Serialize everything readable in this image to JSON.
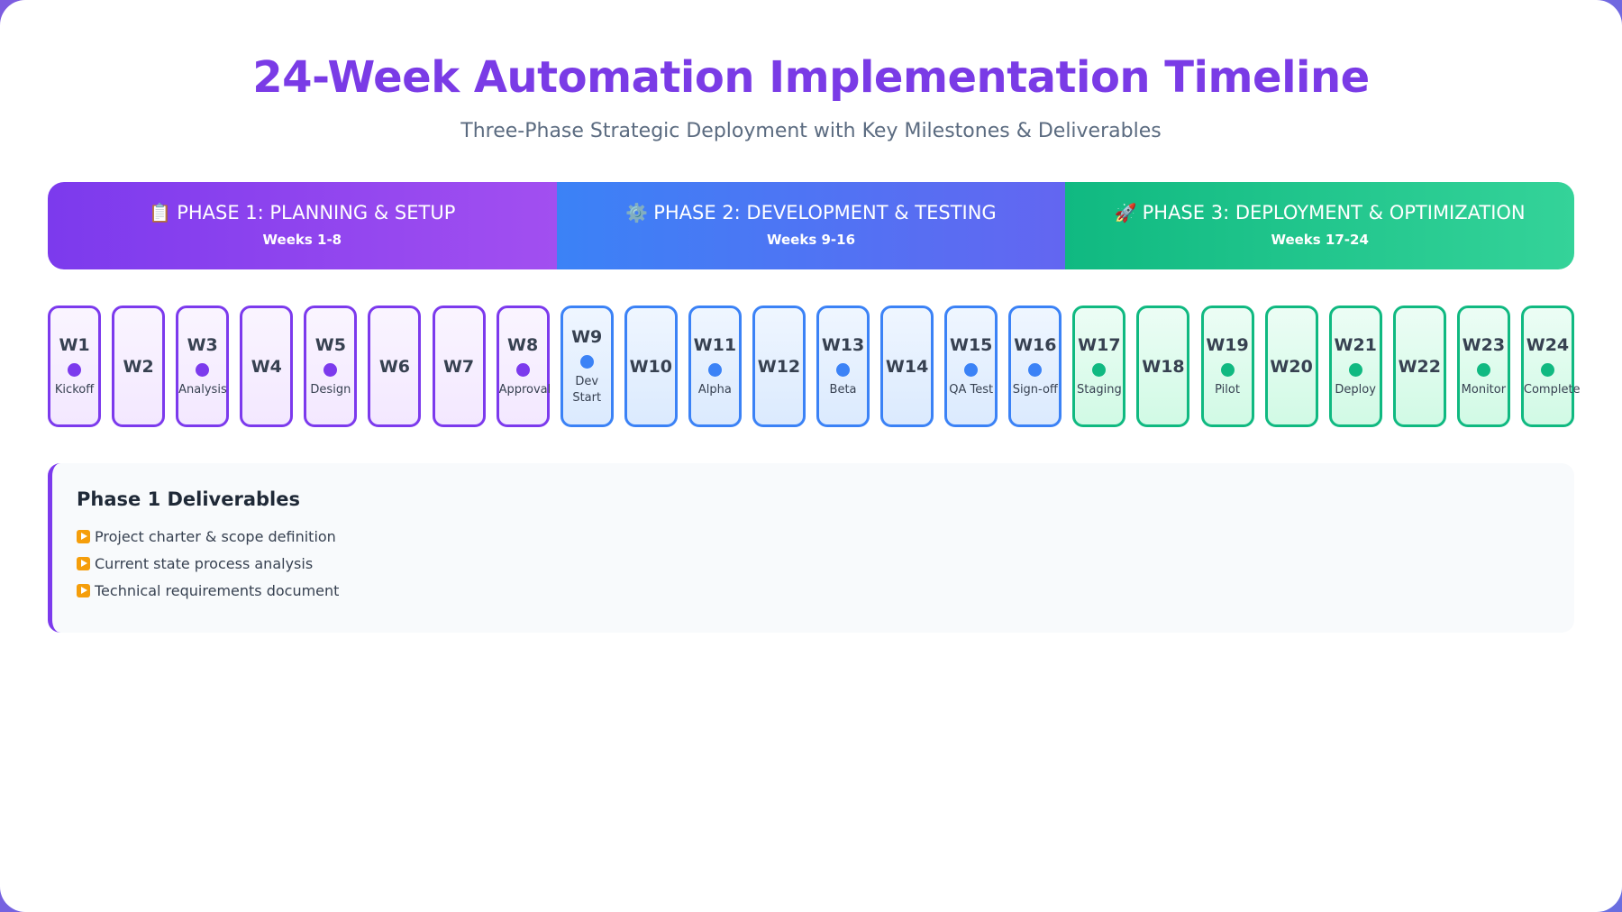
{
  "title": "24-Week Automation Implementation Timeline",
  "subtitle": "Three-Phase Strategic Deployment with Key Milestones & Deliverables",
  "phases": [
    {
      "icon": "clipboard-icon",
      "glyph": "📋",
      "name": "PHASE 1: PLANNING & SETUP",
      "weeks": "Weeks 1-8",
      "color": "#7c3aed"
    },
    {
      "icon": "gear-icon",
      "glyph": "⚙️",
      "name": "PHASE 2: DEVELOPMENT & TESTING",
      "weeks": "Weeks 9-16",
      "color": "#3b82f6"
    },
    {
      "icon": "rocket-icon",
      "glyph": "🚀",
      "name": "PHASE 3: DEPLOYMENT & OPTIMIZATION",
      "weeks": "Weeks 17-24",
      "color": "#10b981"
    }
  ],
  "weeks": [
    {
      "label": "W1",
      "phase": 1,
      "milestone": "Kickoff"
    },
    {
      "label": "W2",
      "phase": 1,
      "milestone": ""
    },
    {
      "label": "W3",
      "phase": 1,
      "milestone": "Analysis"
    },
    {
      "label": "W4",
      "phase": 1,
      "milestone": ""
    },
    {
      "label": "W5",
      "phase": 1,
      "milestone": "Design"
    },
    {
      "label": "W6",
      "phase": 1,
      "milestone": ""
    },
    {
      "label": "W7",
      "phase": 1,
      "milestone": ""
    },
    {
      "label": "W8",
      "phase": 1,
      "milestone": "Approval"
    },
    {
      "label": "W9",
      "phase": 2,
      "milestone": "Dev Start"
    },
    {
      "label": "W10",
      "phase": 2,
      "milestone": ""
    },
    {
      "label": "W11",
      "phase": 2,
      "milestone": "Alpha"
    },
    {
      "label": "W12",
      "phase": 2,
      "milestone": ""
    },
    {
      "label": "W13",
      "phase": 2,
      "milestone": "Beta"
    },
    {
      "label": "W14",
      "phase": 2,
      "milestone": ""
    },
    {
      "label": "W15",
      "phase": 2,
      "milestone": "QA Test"
    },
    {
      "label": "W16",
      "phase": 2,
      "milestone": "Sign-off"
    },
    {
      "label": "W17",
      "phase": 3,
      "milestone": "Staging"
    },
    {
      "label": "W18",
      "phase": 3,
      "milestone": ""
    },
    {
      "label": "W19",
      "phase": 3,
      "milestone": "Pilot"
    },
    {
      "label": "W20",
      "phase": 3,
      "milestone": ""
    },
    {
      "label": "W21",
      "phase": 3,
      "milestone": "Deploy"
    },
    {
      "label": "W22",
      "phase": 3,
      "milestone": ""
    },
    {
      "label": "W23",
      "phase": 3,
      "milestone": "Monitor"
    },
    {
      "label": "W24",
      "phase": 3,
      "milestone": "Complete"
    }
  ],
  "deliverables": {
    "title": "Phase 1 Deliverables",
    "bullet_icon": "play-button-icon",
    "items": [
      "Project charter & scope definition",
      "Current state process analysis",
      "Technical requirements document"
    ]
  }
}
